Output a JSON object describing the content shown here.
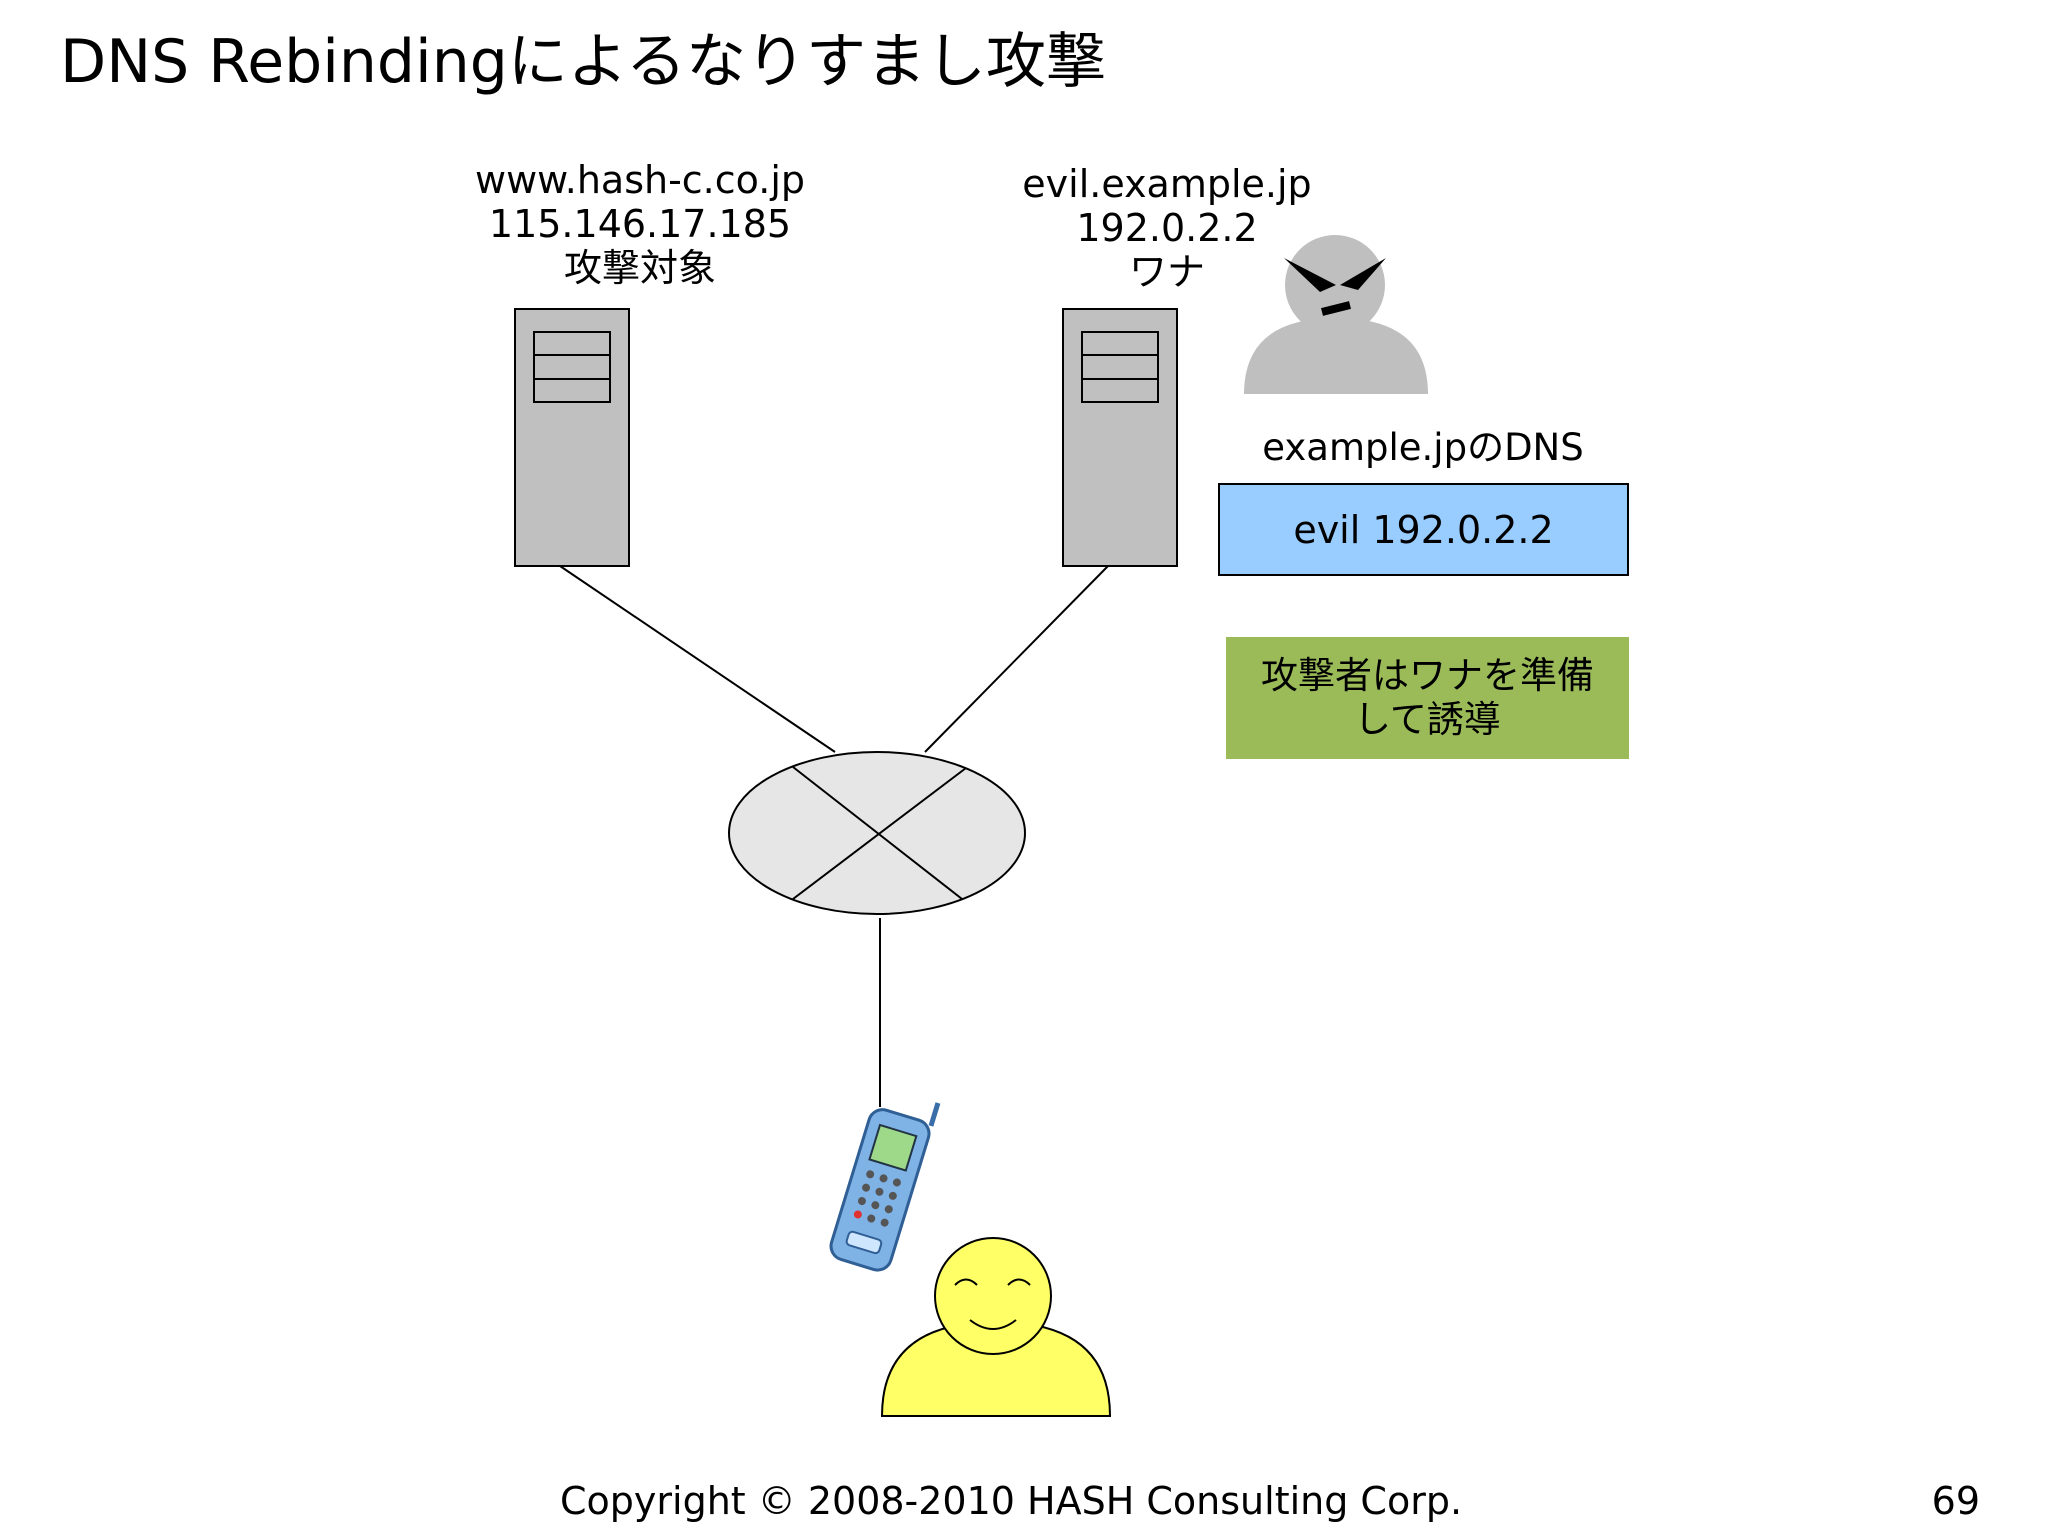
{
  "title": "DNS Rebindingによるなりすまし攻撃",
  "target_server": {
    "host": "www.hash-c.co.jp",
    "ip": "115.146.17.185",
    "role": "攻撃対象"
  },
  "trap_server": {
    "host": "evil.example.jp",
    "ip": "192.0.2.2",
    "role": "ワナ"
  },
  "dns": {
    "caption": "example.jpのDNS",
    "record": "evil 192.0.2.2"
  },
  "note": {
    "line1": "攻撃者はワナを準備",
    "line2": "して誘導"
  },
  "colors": {
    "server_fill": "#c0c0c0",
    "router_fill": "#e6e6e6",
    "attacker_fill": "#bfbfbf",
    "user_fill": "#ffff66",
    "dns_box_fill": "#99ccff",
    "note_box_fill": "#9bbb59",
    "phone_body": "#7fb2e5"
  },
  "icons": {
    "attacker": "attacker-icon",
    "user": "user-icon",
    "phone": "mobile-phone-icon",
    "router": "router-icon",
    "server": "server-icon"
  },
  "footer": {
    "copyright": "Copyright © 2008-2010 HASH Consulting Corp.",
    "page": "69"
  }
}
